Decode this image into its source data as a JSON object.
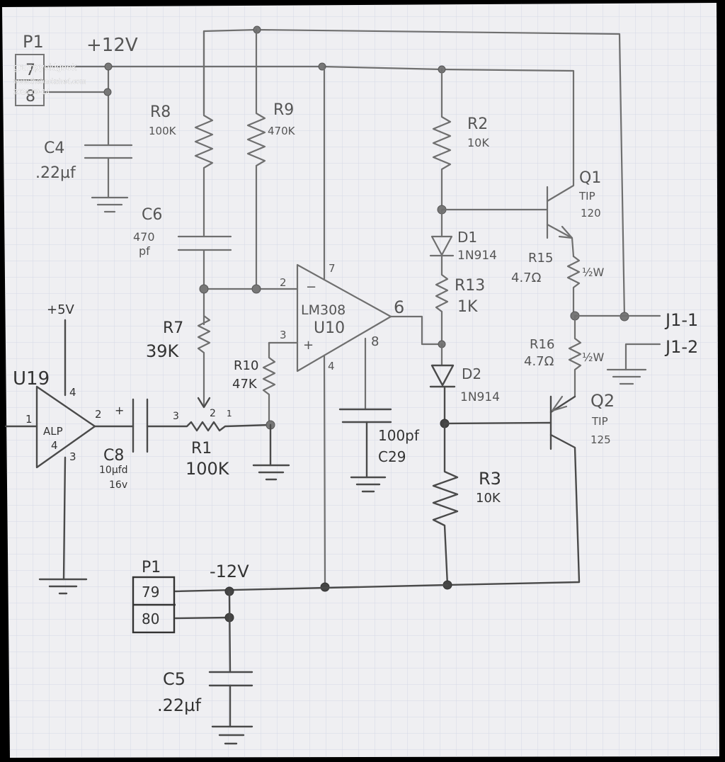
{
  "watermark": {
    "author": "grumpyoldgeek",
    "site": "www.thebackshed.com",
    "date": "2024-09-14"
  },
  "connectors": {
    "p1_top": {
      "name": "P1",
      "pins": [
        "7",
        "8"
      ]
    },
    "p1_bottom": {
      "name": "P1",
      "pins": [
        "79",
        "80"
      ]
    },
    "j1_1": "J1-1",
    "j1_2": "J1-2"
  },
  "rails": {
    "pos12": "+12V",
    "neg12": "-12V",
    "pos5": "+5V"
  },
  "components": {
    "C4": {
      "ref": "C4",
      "value": ".22µf"
    },
    "C5": {
      "ref": "C5",
      "value": ".22µf"
    },
    "C6": {
      "ref": "C6",
      "value": "470",
      "unit": "pf"
    },
    "C8": {
      "ref": "C8",
      "value": "10µfd",
      "voltage": "16v",
      "polarity": "+"
    },
    "C29": {
      "ref": "C29",
      "value": "100pf"
    },
    "R1": {
      "ref": "R1",
      "value": "100K",
      "pins": [
        "3",
        "2",
        "1"
      ]
    },
    "R2": {
      "ref": "R2",
      "value": "10K"
    },
    "R3": {
      "ref": "R3",
      "value": "10K"
    },
    "R7": {
      "ref": "R7",
      "value": "39K"
    },
    "R8": {
      "ref": "R8",
      "value": "100K"
    },
    "R9": {
      "ref": "R9",
      "value": "470K"
    },
    "R10": {
      "ref": "R10",
      "value": "47K"
    },
    "R13": {
      "ref": "R13",
      "value": "1K"
    },
    "R15": {
      "ref": "R15",
      "value": "4.7Ω",
      "power": "½W"
    },
    "R16": {
      "ref": "R16",
      "value": "4.7Ω",
      "power": "½W"
    },
    "D1": {
      "ref": "D1",
      "value": "1N914"
    },
    "D2": {
      "ref": "D2",
      "value": "1N914"
    },
    "Q1": {
      "ref": "Q1",
      "line1": "TIP",
      "line2": "120"
    },
    "Q2": {
      "ref": "Q2",
      "line1": "TIP",
      "line2": "125"
    },
    "U10": {
      "ref": "U10",
      "part": "LM308",
      "pin_inv": "2",
      "pin_noninv": "3",
      "pin_out": "6",
      "pin_vpos": "7",
      "pin_vneg": "4",
      "pin_comp": "8",
      "minus": "−",
      "plus": "+"
    },
    "U19": {
      "ref": "U19",
      "part_line1": "ALP",
      "part_line2": "4",
      "pin_in": "1",
      "pin_out": "2",
      "pin_vpos": "4",
      "pin_vneg": "3"
    }
  }
}
